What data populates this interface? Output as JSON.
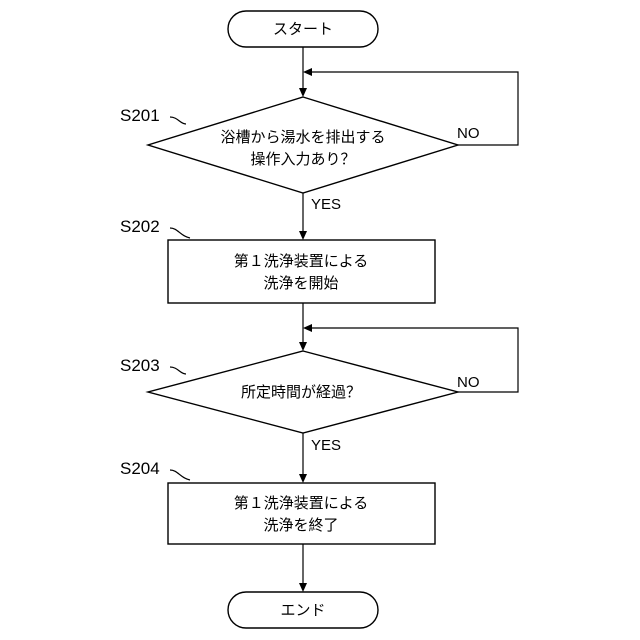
{
  "start": {
    "label": "スタート"
  },
  "end": {
    "label": "エンド"
  },
  "steps": [
    {
      "id": "S201",
      "kind": "decision",
      "lines": [
        "浴槽から湯水を排出する",
        "操作入力あり？"
      ],
      "yes": "YES",
      "no": "NO"
    },
    {
      "id": "S202",
      "kind": "process",
      "lines": [
        "第１洗浄装置による",
        "洗浄を開始"
      ]
    },
    {
      "id": "S203",
      "kind": "decision",
      "lines": [
        "所定時間が経過？"
      ],
      "yes": "YES",
      "no": "NO"
    },
    {
      "id": "S204",
      "kind": "process",
      "lines": [
        "第１洗浄装置による",
        "洗浄を終了"
      ]
    }
  ]
}
